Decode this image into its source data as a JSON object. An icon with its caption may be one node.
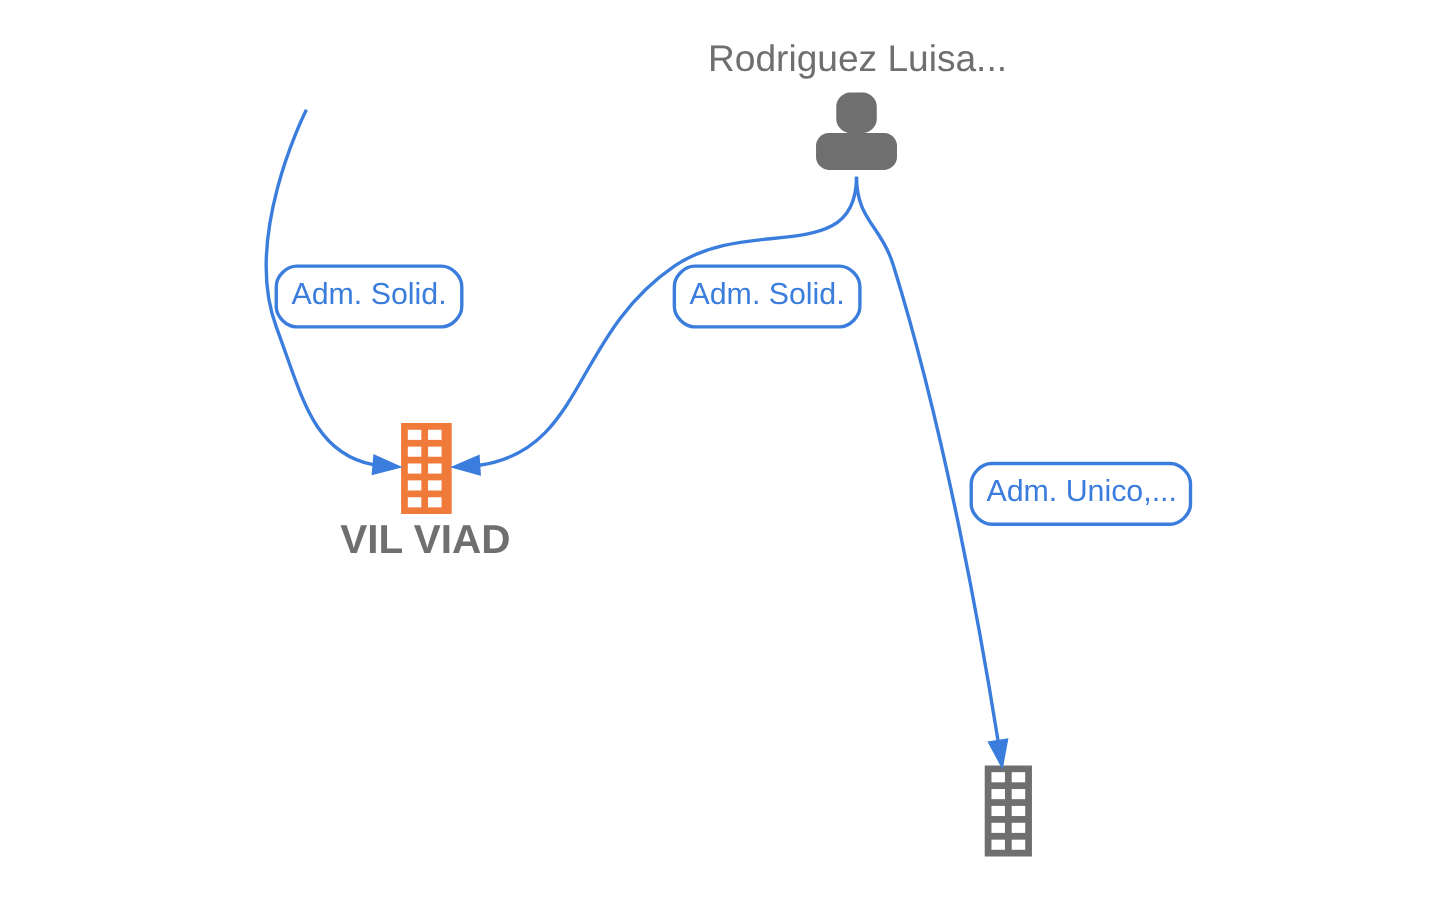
{
  "diagram": {
    "nodes": [
      {
        "text": [
          "Rodriguez Luisa..."
        ]
      },
      {
        "text": [
          "VIL VIAD"
        ]
      },
      {
        "text": [],
        "shape": "building"
      }
    ],
    "edges": [
      {
        "from": 0,
        "to": 2,
        "arrow": "to",
        "label": "Adm. Unico,..."
      },
      {
        "from": 0,
        "to": 1,
        "arrow": "to",
        "label": "Adm. Solid."
      },
      {
        "from": null,
        "to": 1,
        "arrow": "to",
        "label": "Adm. Solid."
      }
    ]
  }
}
